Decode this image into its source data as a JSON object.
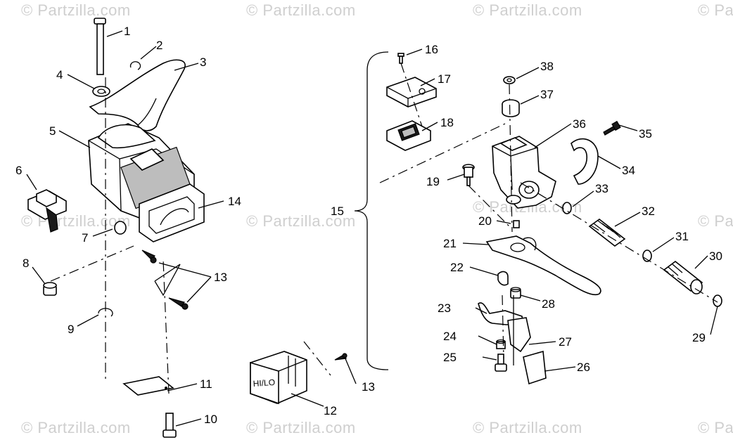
{
  "watermark": {
    "text": "© Partzilla.com"
  },
  "labels": {
    "l1": "1",
    "l2": "2",
    "l3": "3",
    "l4": "4",
    "l5": "5",
    "l6": "6",
    "l7": "7",
    "l8": "8",
    "l9": "9",
    "l10": "10",
    "l11": "11",
    "l12": "12",
    "l13a": "13",
    "l13b": "13",
    "l14": "14",
    "l15": "15",
    "l16": "16",
    "l17": "17",
    "l18": "18",
    "l19": "19",
    "l20": "20",
    "l21": "21",
    "l22": "22",
    "l23": "23",
    "l24": "24",
    "l25": "25",
    "l26": "26",
    "l27": "27",
    "l28": "28",
    "l29": "29",
    "l30": "30",
    "l31": "31",
    "l32": "32",
    "l33": "33",
    "l34": "34",
    "l35": "35",
    "l36": "36",
    "l37": "37",
    "l38": "38"
  },
  "switch_face_text": "HI/LO"
}
